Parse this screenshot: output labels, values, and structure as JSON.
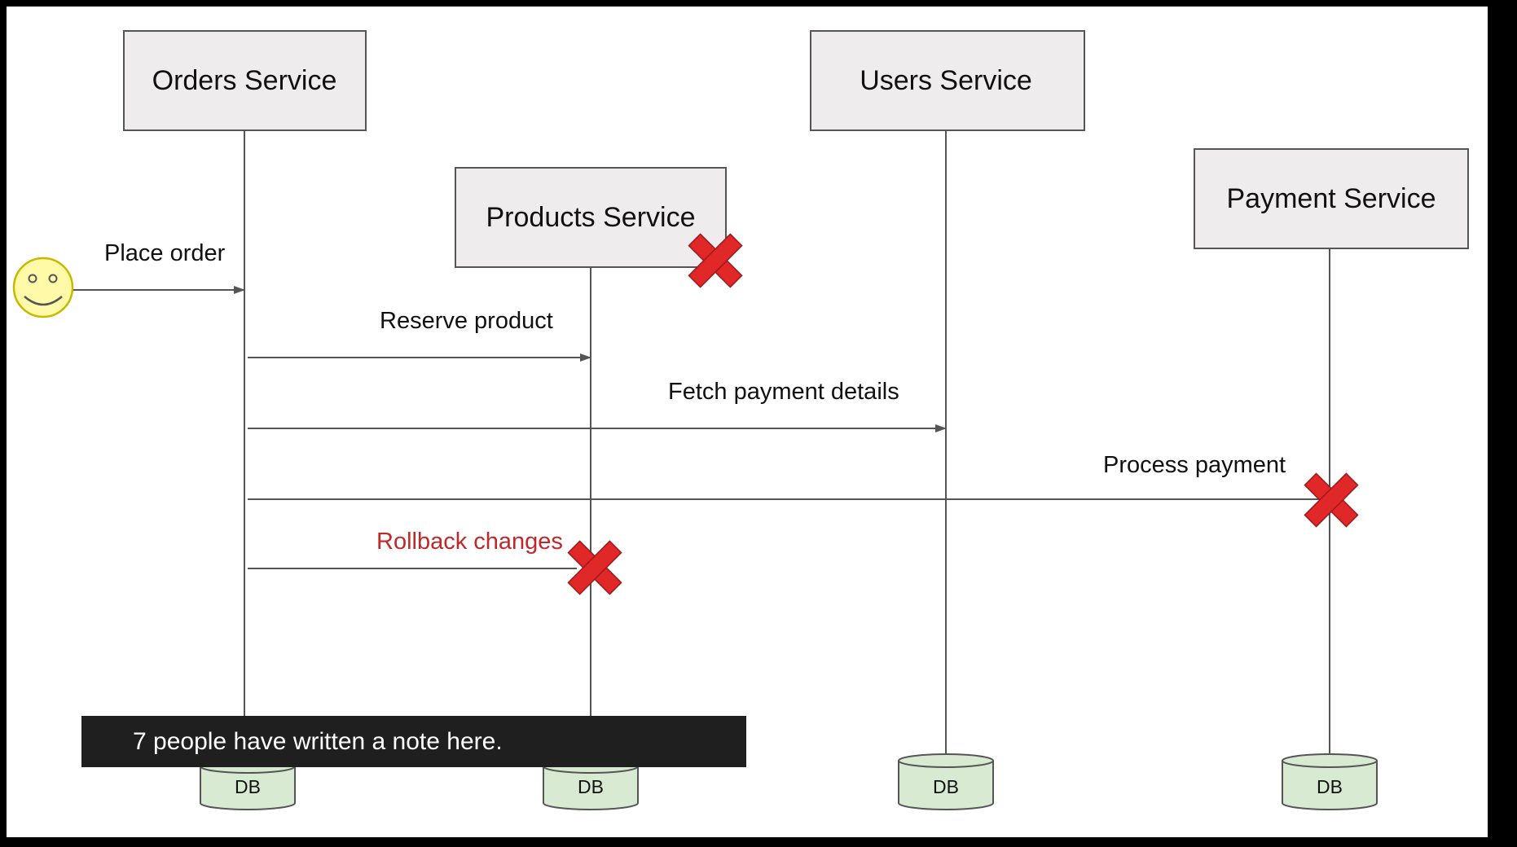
{
  "services": [
    {
      "id": "orders",
      "label": "Orders Service"
    },
    {
      "id": "products",
      "label": "Products Service"
    },
    {
      "id": "users",
      "label": "Users Service"
    },
    {
      "id": "payment",
      "label": "Payment Service"
    }
  ],
  "messages": [
    {
      "id": "place-order",
      "label": "Place order"
    },
    {
      "id": "reserve-product",
      "label": "Reserve product"
    },
    {
      "id": "fetch-payment-details",
      "label": "Fetch payment details"
    },
    {
      "id": "process-payment",
      "label": "Process payment"
    },
    {
      "id": "rollback-changes",
      "label": "Rollback changes"
    }
  ],
  "databases": [
    {
      "id": "orders-db",
      "label": "DB"
    },
    {
      "id": "products-db",
      "label": "DB"
    },
    {
      "id": "users-db",
      "label": "DB"
    },
    {
      "id": "payment-db",
      "label": "DB"
    }
  ],
  "note": {
    "text": "7 people have written a note here."
  },
  "colors": {
    "service_box_fill": "#eeeced",
    "service_box_stroke": "#555555",
    "line": "#555555",
    "failure_mark": "#e02828",
    "rollback_text": "#c0282a",
    "db_fill": "#d9ead3",
    "actor_face": "#fff9a8",
    "actor_outline": "#c9b800",
    "note_background": "#1f1f1f"
  },
  "icons": {
    "actor": "smiley-face-icon",
    "failure": "red-x-icon",
    "database": "database-cylinder-icon"
  }
}
